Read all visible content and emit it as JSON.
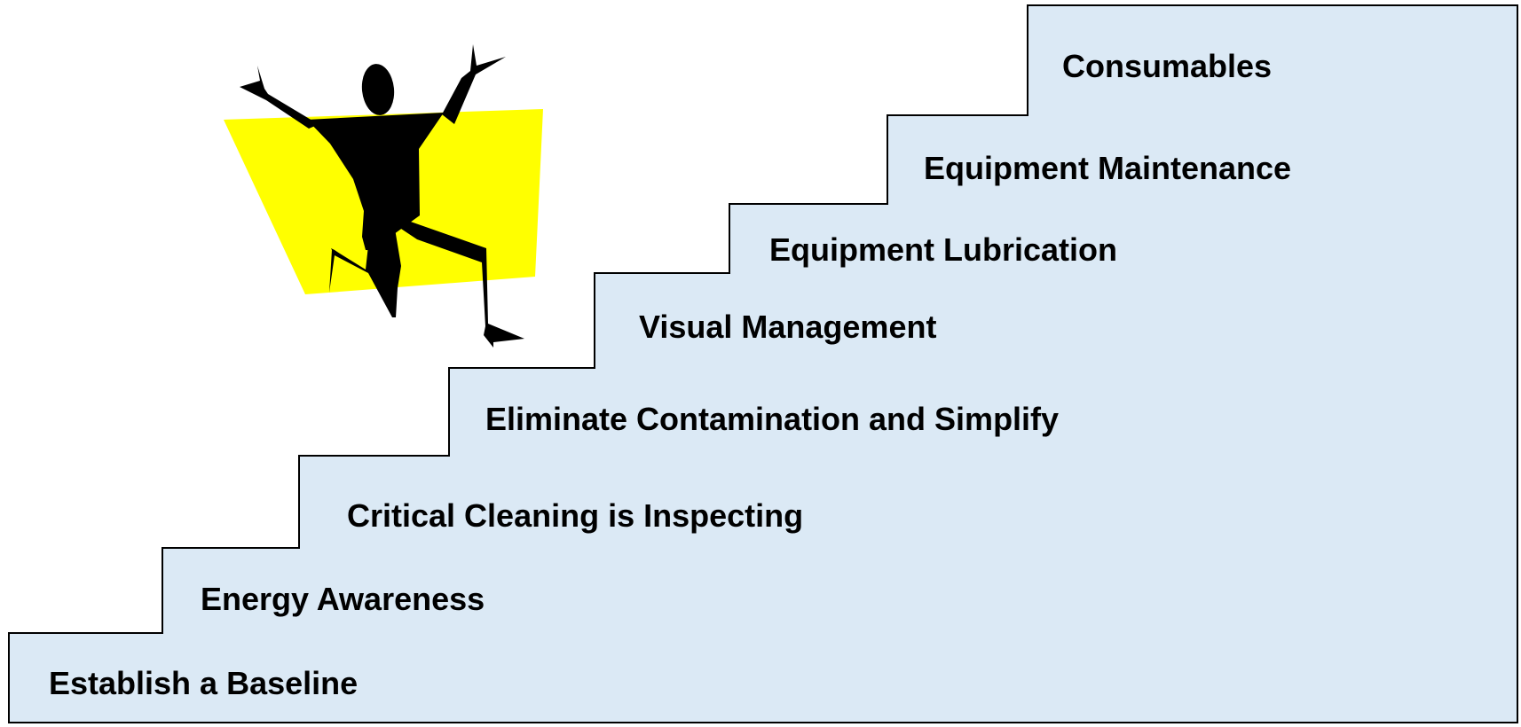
{
  "steps": [
    {
      "label": "Establish a Baseline"
    },
    {
      "label": "Energy Awareness"
    },
    {
      "label": "Critical Cleaning is Inspecting"
    },
    {
      "label": "Eliminate Contamination and Simplify"
    },
    {
      "label": "Visual Management"
    },
    {
      "label": "Equipment Lubrication"
    },
    {
      "label": "Equipment Maintenance"
    },
    {
      "label": "Consumables"
    }
  ],
  "colors": {
    "staircase_fill": "#dbe9f5",
    "staircase_stroke": "#000000",
    "highlight": "#ffff00",
    "figure": "#000000"
  },
  "icons": {
    "figure": "climbing-person-icon",
    "backdrop": "yellow-highlight-shape"
  }
}
